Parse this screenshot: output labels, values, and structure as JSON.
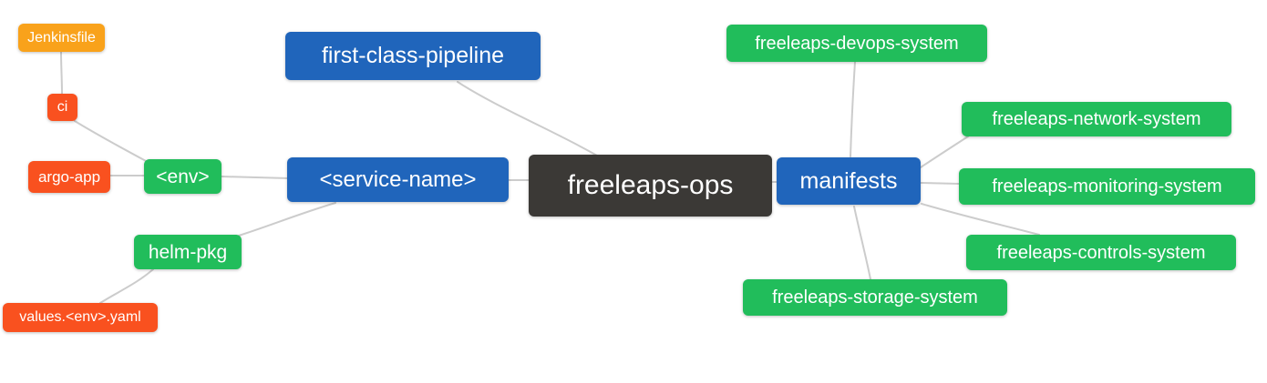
{
  "diagram": {
    "type": "mindmap",
    "palette": {
      "root_bg": "#3b3936",
      "level1_bg": "#2065bb",
      "level2_bg": "#21bd5b",
      "level3_bg": "#f9511f",
      "level4_bg": "#f9a21b",
      "text": "#ffffff",
      "edge": "#cccccc"
    },
    "nodes": {
      "root": {
        "label": "freeleaps-ops",
        "level": "root"
      },
      "first_class_pipeline": {
        "label": "first-class-pipeline",
        "level": "1"
      },
      "service_name": {
        "label": "<service-name>",
        "level": "1"
      },
      "manifests": {
        "label": "manifests",
        "level": "1"
      },
      "env": {
        "label": "<env>",
        "level": "2"
      },
      "helm_pkg": {
        "label": "helm-pkg",
        "level": "2"
      },
      "ci": {
        "label": "ci",
        "level": "3"
      },
      "argo_app": {
        "label": "argo-app",
        "level": "3"
      },
      "values_env_yaml": {
        "label": "values.<env>.yaml",
        "level": "3"
      },
      "jenkinsfile": {
        "label": "Jenkinsfile",
        "level": "4"
      },
      "devops_system": {
        "label": "freeleaps-devops-system",
        "level": "2"
      },
      "network_system": {
        "label": "freeleaps-network-system",
        "level": "2"
      },
      "monitoring_system": {
        "label": "freeleaps-monitoring-system",
        "level": "2"
      },
      "controls_system": {
        "label": "freeleaps-controls-system",
        "level": "2"
      },
      "storage_system": {
        "label": "freeleaps-storage-system",
        "level": "2"
      }
    },
    "edges": [
      [
        "jenkinsfile",
        "ci"
      ],
      [
        "ci",
        "env"
      ],
      [
        "argo_app",
        "env"
      ],
      [
        "env",
        "service_name"
      ],
      [
        "values_env_yaml",
        "helm_pkg"
      ],
      [
        "helm_pkg",
        "service_name"
      ],
      [
        "service_name",
        "root"
      ],
      [
        "first_class_pipeline",
        "root"
      ],
      [
        "root",
        "manifests"
      ],
      [
        "manifests",
        "devops_system"
      ],
      [
        "manifests",
        "network_system"
      ],
      [
        "manifests",
        "monitoring_system"
      ],
      [
        "manifests",
        "controls_system"
      ],
      [
        "manifests",
        "storage_system"
      ]
    ]
  }
}
